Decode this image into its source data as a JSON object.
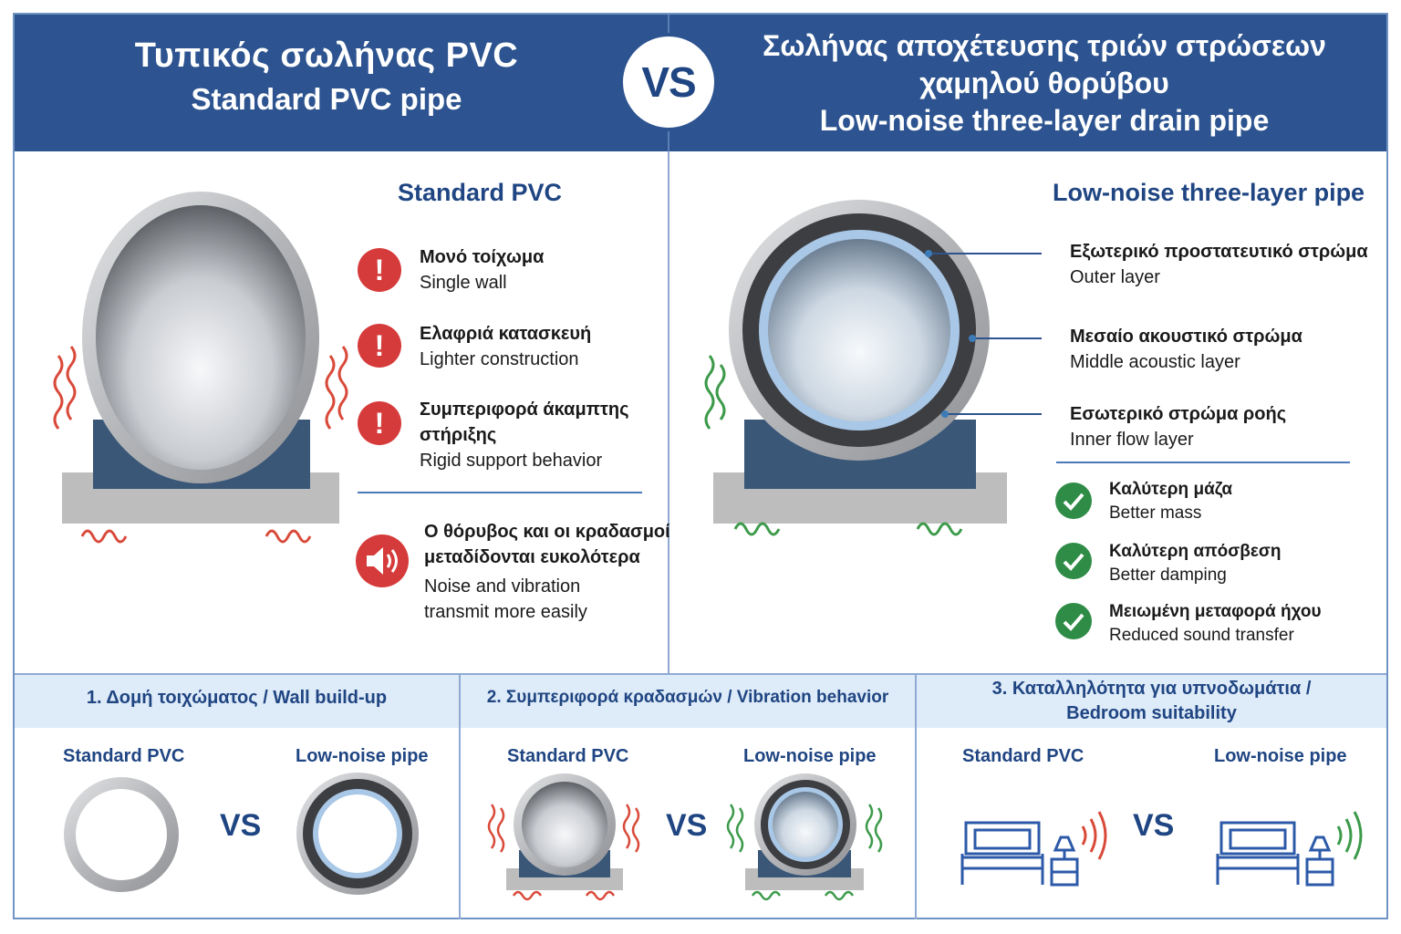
{
  "header": {
    "left_greek": "Τυπικός σωλήνας PVC",
    "left_english": "Standard PVC pipe",
    "vs": "VS",
    "right_greek_1": "Σωλήνας αποχέτευσης τριών στρώσεων",
    "right_greek_2": "χαμηλού θορύβου",
    "right_english": "Low-noise three-layer drain pipe"
  },
  "left_panel": {
    "title": "Standard PVC",
    "features": [
      {
        "greek": "Μονό τοίχωμα",
        "english": "Single wall",
        "icon": "warning-icon"
      },
      {
        "greek": "Ελαφριά κατασκευή",
        "english": "Lighter construction",
        "icon": "warning-icon"
      },
      {
        "greek": "Συμπεριφορά άκαμπτης",
        "greek2": "στήριξης",
        "english": "Rigid support behavior",
        "icon": "warning-icon"
      }
    ],
    "noise": {
      "greek1": "Ο θόρυβος και οι κραδασμοί",
      "greek2": "μεταδίδονται ευκολότερα",
      "english1": "Noise and vibration",
      "english2": "transmit more easily",
      "icon": "speaker-icon"
    }
  },
  "right_panel": {
    "title": "Low-noise three-layer pipe",
    "layers": [
      {
        "greek": "Εξωτερικό προστατευτικό στρώμα",
        "english": "Outer layer"
      },
      {
        "greek": "Μεσαίο ακουστικό στρώμα",
        "english": "Middle acoustic layer"
      },
      {
        "greek": "Εσωτερικό στρώμα ροής",
        "english": "Inner flow layer"
      }
    ],
    "benefits": [
      {
        "greek": "Καλύτερη μάζα",
        "english": "Better mass",
        "icon": "check-icon"
      },
      {
        "greek": "Καλύτερη απόσβεση",
        "english": "Better damping",
        "icon": "check-icon"
      },
      {
        "greek": "Μειωμένη μεταφορά ήχου",
        "english": "Reduced sound transfer",
        "icon": "check-icon"
      }
    ]
  },
  "bottom": {
    "sections": [
      {
        "title": "1. Δομή τοιχώματος / Wall build-up",
        "left": "Standard PVC",
        "right": "Low-noise pipe",
        "vs": "VS"
      },
      {
        "title": "2. Συμπεριφορά κραδασμών / Vibration behavior",
        "left": "Standard PVC",
        "right": "Low-noise pipe",
        "vs": "VS"
      },
      {
        "title1": "3. Καταλληλότητα για υπνοδωμάτια /",
        "title2": "Bedroom suitability",
        "left": "Standard PVC",
        "right": "Low-noise pipe",
        "vs": "VS"
      }
    ]
  },
  "colors": {
    "header_bg": "#2d5490",
    "title_blue": "#1f4582",
    "warning_red": "#d63b3b",
    "check_green": "#2f8c46",
    "vibration_red": "#d94a3a",
    "vibration_green": "#3c9a4a",
    "support_block": "#3a5778",
    "floor_gray": "#bdbdbd",
    "band_bg": "#deebf8"
  }
}
